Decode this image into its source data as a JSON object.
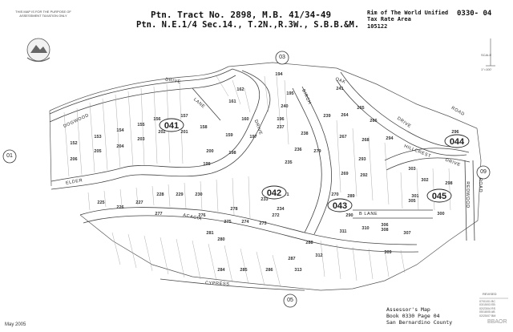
{
  "header": {
    "notice": "THIS MAP IS FOR THE PURPOSE OF ASSESSMENT TAXATION ONLY",
    "title_line1": "Ptn. Tract No. 2898, M.B. 41/34-49",
    "title_line2": "Ptn. N.E.1/4 Sec.14., T.2N.,R.3W., S.B.B.&M.",
    "tax_area_line1": "Rim of The World Unified",
    "tax_area_line2": "Tax Rate Area",
    "tax_area_code": "105122",
    "book_page": "0330- 04"
  },
  "footer": {
    "date": "May 2005",
    "assessor_line1": "Assessor's Map",
    "assessor_line2": "Book 0330 Page 04",
    "assessor_line3": "San Bernardino County",
    "watermark": "BBAOR",
    "revised_label": "REVISED",
    "revised_dates": [
      "07/01/01 BC",
      "03/15/03 EB",
      "02/23/04 RS",
      "05/18/05 AB",
      "02/25/07 BM"
    ]
  },
  "scale": {
    "label": "SCALE",
    "value": "1\"=100'"
  },
  "bubbles": {
    "north": "03",
    "west": "01",
    "east": "09",
    "south": "05"
  },
  "blocks": [
    "041",
    "042",
    "043",
    "044",
    "045"
  ],
  "roads": {
    "dogwood": "DOGWOOD",
    "drive_top": "DRIVE",
    "lane": "LANE",
    "drive_mid": "DRIVE",
    "elder": "ELDER",
    "acacia": "ACACIA",
    "cypress": "CYPRESS",
    "birch": "BIRCH",
    "oak": "OAK",
    "drive_ne": "DRIVE",
    "road_ne": "ROAD",
    "hillcrest": "HILLCREST",
    "drive_se": "DRIVE",
    "redwood": "REDWOOD",
    "road_se": "ROAD",
    "lane_b": "B  LANE"
  },
  "parcels": [
    {
      "id": "152"
    },
    {
      "id": "153"
    },
    {
      "id": "154"
    },
    {
      "id": "155"
    },
    {
      "id": "156"
    },
    {
      "id": "157"
    },
    {
      "id": "158"
    },
    {
      "id": "159"
    },
    {
      "id": "160"
    },
    {
      "id": "161"
    },
    {
      "id": "162"
    },
    {
      "id": "194"
    },
    {
      "id": "195"
    },
    {
      "id": "196"
    },
    {
      "id": "197"
    },
    {
      "id": "198"
    },
    {
      "id": "199"
    },
    {
      "id": "200"
    },
    {
      "id": "201"
    },
    {
      "id": "202"
    },
    {
      "id": "203"
    },
    {
      "id": "204"
    },
    {
      "id": "205"
    },
    {
      "id": "206"
    },
    {
      "id": "225"
    },
    {
      "id": "226"
    },
    {
      "id": "227"
    },
    {
      "id": "228"
    },
    {
      "id": "229"
    },
    {
      "id": "230"
    },
    {
      "id": "233"
    },
    {
      "id": "234"
    },
    {
      "id": "235"
    },
    {
      "id": "236"
    },
    {
      "id": "237"
    },
    {
      "id": "238"
    },
    {
      "id": "239"
    },
    {
      "id": "240"
    },
    {
      "id": "241"
    },
    {
      "id": "264"
    },
    {
      "id": "265"
    },
    {
      "id": "266"
    },
    {
      "id": "267"
    },
    {
      "id": "268"
    },
    {
      "id": "269"
    },
    {
      "id": "270"
    },
    {
      "id": "271"
    },
    {
      "id": "272"
    },
    {
      "id": "273"
    },
    {
      "id": "274"
    },
    {
      "id": "275"
    },
    {
      "id": "276"
    },
    {
      "id": "277"
    },
    {
      "id": "278"
    },
    {
      "id": "279"
    },
    {
      "id": "280"
    },
    {
      "id": "281"
    },
    {
      "id": "284"
    },
    {
      "id": "285"
    },
    {
      "id": "286"
    },
    {
      "id": "287"
    },
    {
      "id": "288"
    },
    {
      "id": "289"
    },
    {
      "id": "290"
    },
    {
      "id": "292"
    },
    {
      "id": "293"
    },
    {
      "id": "294"
    },
    {
      "id": "296"
    },
    {
      "id": "298"
    },
    {
      "id": "300"
    },
    {
      "id": "301"
    },
    {
      "id": "302"
    },
    {
      "id": "303"
    },
    {
      "id": "305"
    },
    {
      "id": "306"
    },
    {
      "id": "307"
    },
    {
      "id": "308"
    },
    {
      "id": "309"
    },
    {
      "id": "310"
    },
    {
      "id": "311"
    },
    {
      "id": "312"
    },
    {
      "id": "313"
    }
  ]
}
